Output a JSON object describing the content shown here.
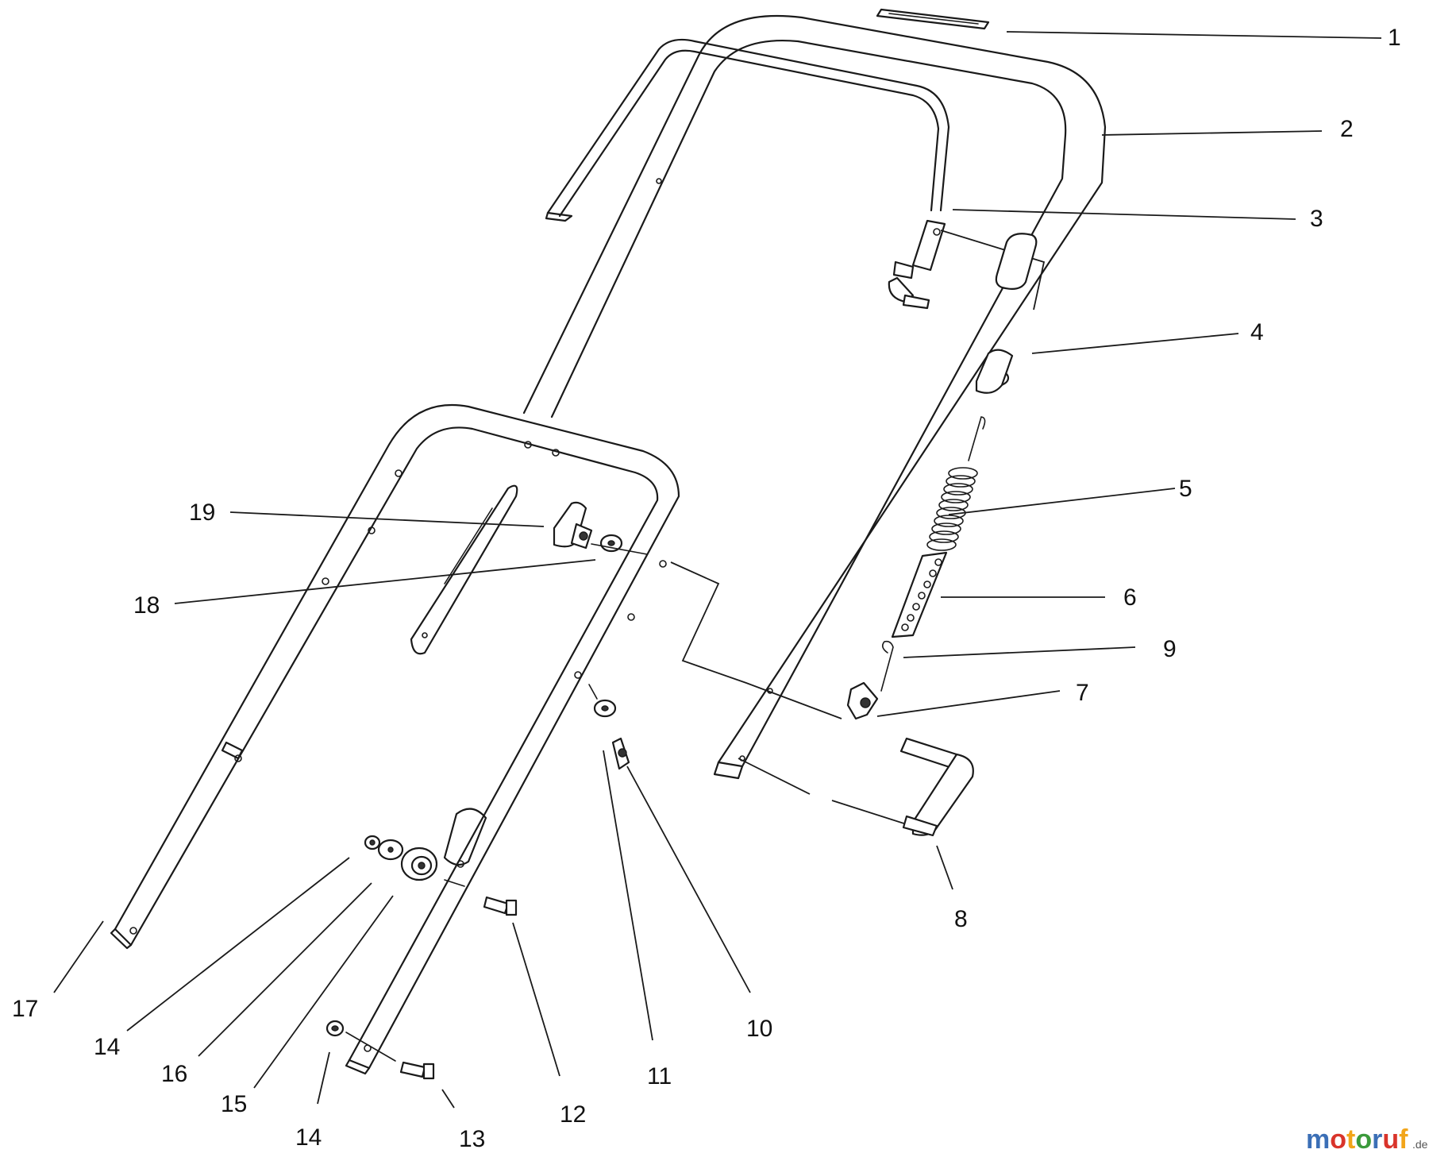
{
  "callouts": [
    {
      "id": "c1",
      "text": "1"
    },
    {
      "id": "c2",
      "text": "2"
    },
    {
      "id": "c3",
      "text": "3"
    },
    {
      "id": "c4",
      "text": "4"
    },
    {
      "id": "c5",
      "text": "5"
    },
    {
      "id": "c6",
      "text": "6"
    },
    {
      "id": "c9",
      "text": "9"
    },
    {
      "id": "c7",
      "text": "7"
    },
    {
      "id": "c8",
      "text": "8"
    },
    {
      "id": "c10",
      "text": "10"
    },
    {
      "id": "c11",
      "text": "11"
    },
    {
      "id": "c12",
      "text": "12"
    },
    {
      "id": "c13",
      "text": "13"
    },
    {
      "id": "c14a",
      "text": "14"
    },
    {
      "id": "c14b",
      "text": "14"
    },
    {
      "id": "c15",
      "text": "15"
    },
    {
      "id": "c16",
      "text": "16"
    },
    {
      "id": "c17",
      "text": "17"
    },
    {
      "id": "c18",
      "text": "18"
    },
    {
      "id": "c19",
      "text": "19"
    }
  ],
  "watermark": {
    "brand": "motoruf",
    "suffix": ".de",
    "colors": [
      "#3b6fb6",
      "#d9342b",
      "#f2a51a",
      "#3b9a3b",
      "#3b6fb6",
      "#d9342b",
      "#f2a51a"
    ]
  }
}
